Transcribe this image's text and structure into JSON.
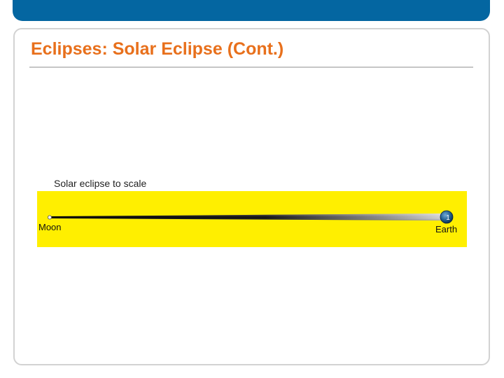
{
  "slide": {
    "title": "Eclipses: Solar Eclipse (Cont.)"
  },
  "figure": {
    "caption": "Solar eclipse to scale",
    "moon_label": "Moon",
    "earth_label": "Earth",
    "earth_marker_text": "1"
  },
  "colors": {
    "header_band": "#0466a1",
    "title": "#e8701c",
    "panel_background": "#ffef00",
    "shadow_core": "#000000",
    "shadow_fade": "#c8c8c8",
    "earth": "#1f5c8a"
  }
}
